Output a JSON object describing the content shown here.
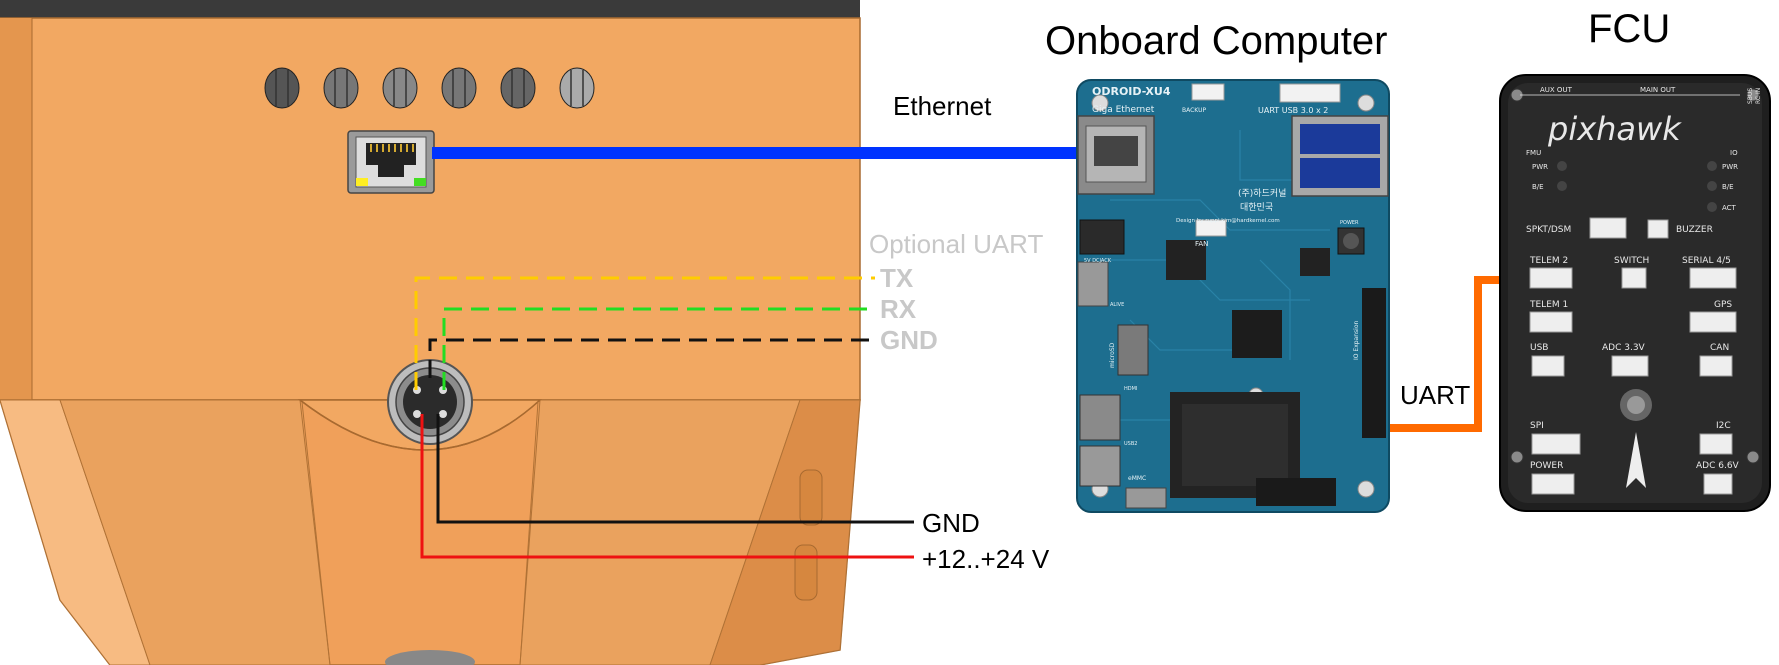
{
  "labels": {
    "onboard_computer": "Onboard Computer",
    "fcu": "FCU",
    "ethernet": "Ethernet",
    "optional_uart": "Optional UART",
    "tx": "TX",
    "rx": "RX",
    "gnd_uart": "GND",
    "uart": "UART",
    "gnd_power": "GND",
    "power": "+12..+24 V"
  },
  "odroid": {
    "name": "ODROID-XU4",
    "giga_ethernet": "Giga Ethernet",
    "backup": "BACKUP",
    "usb3": "UART USB 3.0 x 2",
    "fan": "FAN",
    "dcjack": "5V DCJACK",
    "korean_1": "(주)하드커널",
    "korean_2": "대한민국",
    "design_by": "Design by ruppi.kim@hardkernel.com",
    "emmc": "eMMC",
    "hdmi": "HDMI",
    "usb2": "USB2",
    "io_expansion": "IO Expansion",
    "alive": "ALIVE",
    "power": "POWER",
    "microsd": "microSD"
  },
  "pixhawk": {
    "brand": "pixhawk",
    "aux_out": "AUX OUT",
    "main_out": "MAIN OUT",
    "sbus": "SBUS",
    "rc_in": "RC IN",
    "fmu": "FMU",
    "pwr_l": "PWR",
    "be_l": "B/E",
    "io": "IO",
    "pwr_r": "PWR",
    "be_r": "B/E",
    "act": "ACT",
    "spkt": "SPKT/DSM",
    "buzzer": "BUZZER",
    "telem2": "TELEM 2",
    "switch": "SWITCH",
    "serial45": "SERIAL 4/5",
    "telem1": "TELEM 1",
    "gps": "GPS",
    "usb": "USB",
    "adc33": "ADC 3.3V",
    "can": "CAN",
    "spi": "SPI",
    "i2c": "I2C",
    "power": "POWER",
    "adc66": "ADC 6.6V"
  },
  "colors": {
    "housing": "#f0a460",
    "housing_dark": "#d8893f",
    "ethernet_cable": "#0033ff",
    "uart_cable": "#ff6a00",
    "tx_wire": "#ffcc00",
    "rx_wire": "#22dd22",
    "gnd_wire": "#111111",
    "power_wire": "#ee1111",
    "uart_label": "#c8c8c8",
    "pcb": "#1d6e8f",
    "pixhawk_body": "#1f1f1f"
  }
}
